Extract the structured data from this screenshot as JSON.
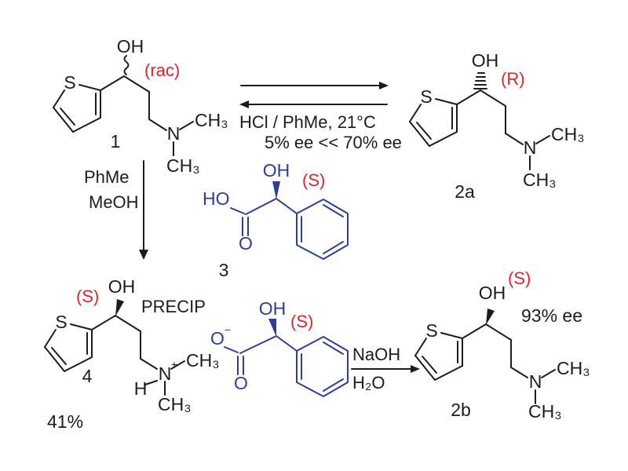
{
  "colors": {
    "bg": "#ffffff",
    "ink": "#1c1c1c",
    "blue": "#2e3d96",
    "red": "#e2242b"
  },
  "molecules": {
    "m1": {
      "number": "1",
      "stereo": "(rac)",
      "oh": "OH",
      "s": "S",
      "n": "N",
      "ch3_top": "CH₃",
      "ch3_bottom": "CH₃"
    },
    "m2a": {
      "number": "2a",
      "stereo": "(R)",
      "oh": "OH",
      "s": "S",
      "n": "N",
      "ch3_top": "CH₃",
      "ch3_bottom": "CH₃"
    },
    "m3": {
      "number": "3",
      "stereo": "(S)",
      "oh": "OH",
      "ho": "HO",
      "carbonyl_o": "O"
    },
    "m4": {
      "number": "4",
      "stereo": "(S)",
      "oh": "OH",
      "s": "S",
      "n": "N",
      "charge": "+",
      "h": "H",
      "ch3_top": "CH₃",
      "ch3_bottom": "CH₃",
      "precip": "PRECIP",
      "yield": "41%"
    },
    "anion": {
      "stereo": "(S)",
      "oh": "OH",
      "o_anion": "O",
      "charge": "−",
      "carbonyl_o": "O"
    },
    "m2b": {
      "number": "2b",
      "stereo": "(S)",
      "oh": "OH",
      "s": "S",
      "n": "N",
      "ch3_top": "CH₃",
      "ch3_bottom": "CH₃",
      "ee": "93% ee"
    }
  },
  "arrows": {
    "equilibrium": {
      "conditions": "HCl / PhMe, 21°C",
      "ee_comparison": "5% ee << 70% ee"
    },
    "precipitation": {
      "solvent_top": "PhMe",
      "solvent_bottom": "MeOH"
    },
    "hydrolysis": {
      "reagent": "NaOH",
      "solvent": "H₂O"
    }
  }
}
